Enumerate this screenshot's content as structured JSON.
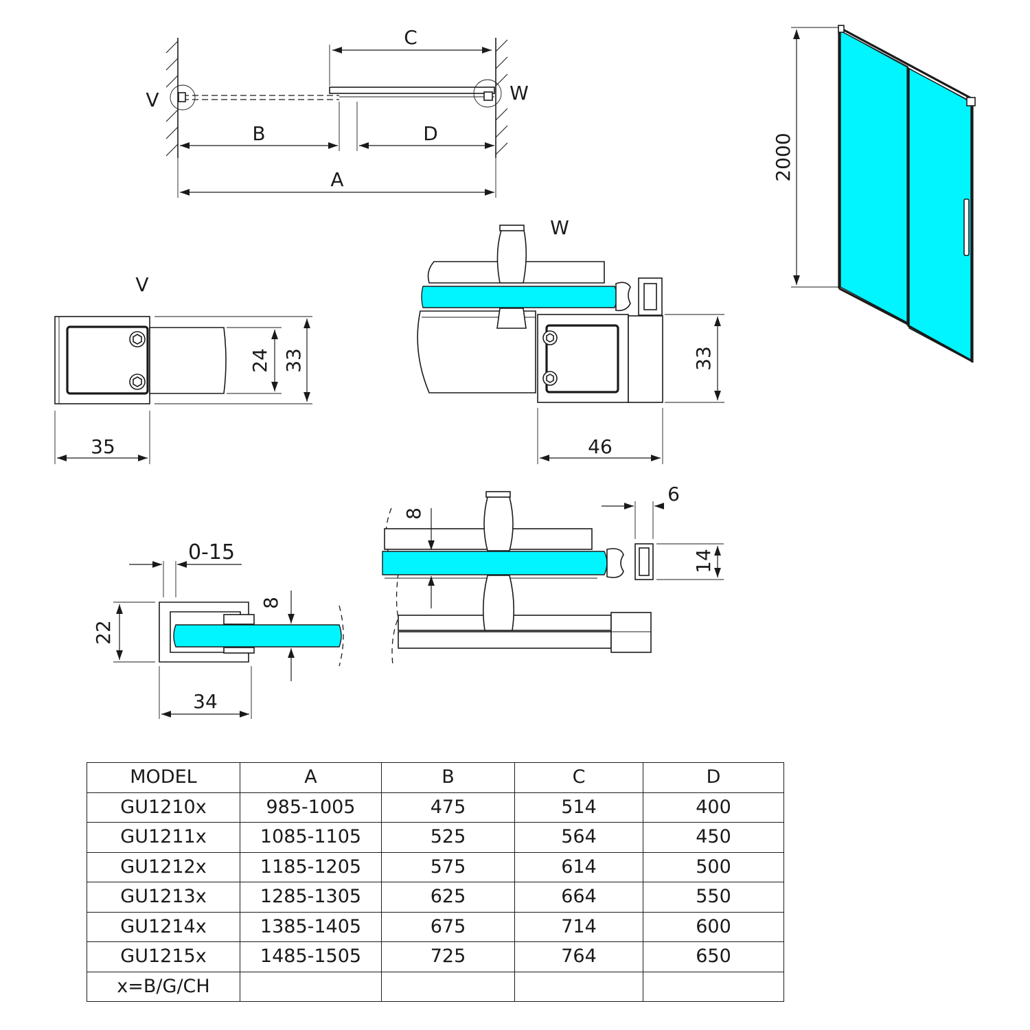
{
  "plan": {
    "labels": {
      "a": "A",
      "b": "B",
      "c": "C",
      "d": "D",
      "v": "V",
      "w": "W"
    }
  },
  "elevation": {
    "height": "2000"
  },
  "detail_v": {
    "title": "V",
    "dim_width": "35",
    "dim_inner": "24",
    "dim_outer": "33"
  },
  "detail_w": {
    "title": "W",
    "dim_height": "33",
    "dim_width": "46"
  },
  "detail_wall": {
    "dim_gap": "0-15",
    "dim_glass": "8",
    "dim_height": "22",
    "dim_width": "34"
  },
  "detail_seal": {
    "dim_glass": "8",
    "dim_gap": "6",
    "dim_profile": "14"
  },
  "colors": {
    "glass": "#00f5ff",
    "line": "#1a1a1a"
  },
  "table": {
    "headers": [
      "MODEL",
      "A",
      "B",
      "C",
      "D"
    ],
    "rows": [
      [
        "GU1210x",
        "985-1005",
        "475",
        "514",
        "400"
      ],
      [
        "GU1211x",
        "1085-1105",
        "525",
        "564",
        "450"
      ],
      [
        "GU1212x",
        "1185-1205",
        "575",
        "614",
        "500"
      ],
      [
        "GU1213x",
        "1285-1305",
        "625",
        "664",
        "550"
      ],
      [
        "GU1214x",
        "1385-1405",
        "675",
        "714",
        "600"
      ],
      [
        "GU1215x",
        "1485-1505",
        "725",
        "764",
        "650"
      ],
      [
        "x=B/G/CH",
        "",
        "",
        "",
        ""
      ]
    ]
  }
}
